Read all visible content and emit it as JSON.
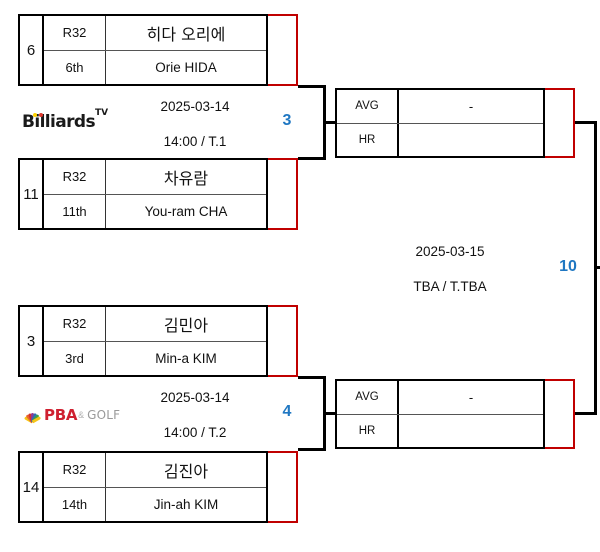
{
  "bracket": {
    "round_label": "R32",
    "accent_color": "#c00000",
    "number_color": "#1f77c2",
    "matches": [
      {
        "number": "3",
        "date": "2025-03-14",
        "time": "14:00 / T.1",
        "logo": {
          "name": "billiards-tv-logo",
          "text": "Billiards",
          "superscript": "TV"
        },
        "players": [
          {
            "seed": "6",
            "round": "R32",
            "rank": "6th",
            "name_kr": "히다 오리에",
            "name_en": "Orie HIDA",
            "score": ""
          },
          {
            "seed": "11",
            "round": "R32",
            "rank": "11th",
            "name_kr": "차유람",
            "name_en": "You-ram CHA",
            "score": ""
          }
        ]
      },
      {
        "number": "4",
        "date": "2025-03-14",
        "time": "14:00 / T.2",
        "logo": {
          "name": "pba-golf-logo",
          "text": "PBA",
          "amp": "&",
          "secondary": "GOLF"
        },
        "players": [
          {
            "seed": "3",
            "round": "R32",
            "rank": "3rd",
            "name_kr": "김민아",
            "name_en": "Min-a KIM",
            "score": ""
          },
          {
            "seed": "14",
            "round": "R32",
            "rank": "14th",
            "name_kr": "김진아",
            "name_en": "Jin-ah KIM",
            "score": ""
          }
        ]
      }
    ],
    "semifinals": [
      {
        "avg_label": "AVG",
        "avg_value": "-",
        "hr_label": "HR",
        "hr_value": "",
        "score": ""
      },
      {
        "avg_label": "AVG",
        "avg_value": "-",
        "hr_label": "HR",
        "hr_value": "",
        "score": ""
      }
    ],
    "final": {
      "number": "10",
      "date": "2025-03-15",
      "time": "TBA / T.TBA"
    }
  }
}
